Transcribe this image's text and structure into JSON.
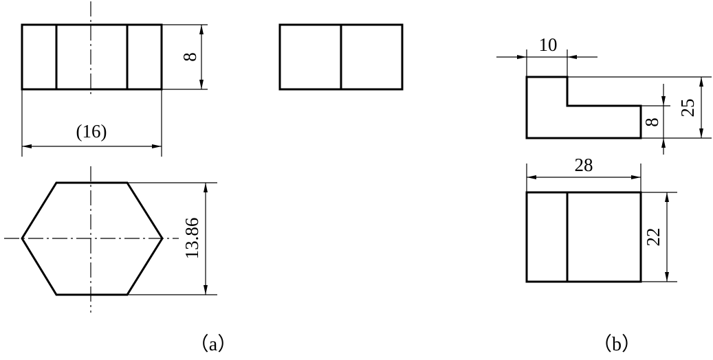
{
  "figure_a": {
    "caption": "（a）",
    "dimensions": {
      "front_height": "8",
      "front_width": "(16)",
      "hexagon_height": "13.86"
    }
  },
  "figure_b": {
    "caption": "（b）",
    "dimensions": {
      "step_width": "10",
      "total_height": "25",
      "step_height": "8",
      "width": "28",
      "depth": "22"
    }
  },
  "colors": {
    "line": "#000000",
    "background": "#ffffff"
  }
}
